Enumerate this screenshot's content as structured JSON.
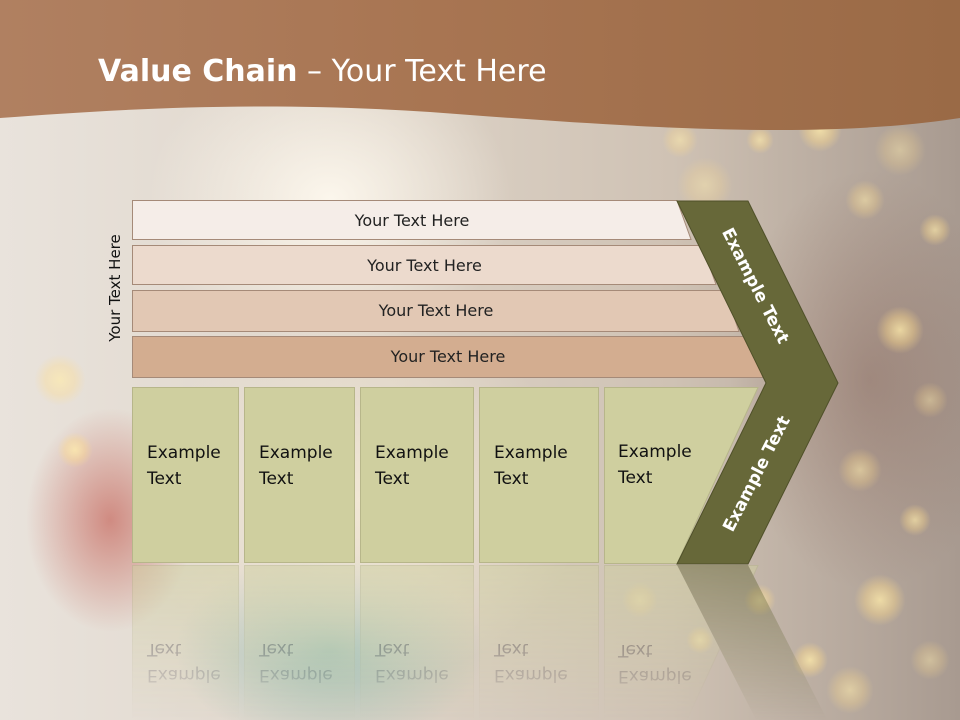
{
  "title": {
    "bold": "Value Chain",
    "rest": " – Your Text Here"
  },
  "side_label": "Your Text Here",
  "bars": [
    {
      "label": "Your Text Here",
      "color": "#f5ede8"
    },
    {
      "label": "Your Text Here",
      "color": "#ecdacd"
    },
    {
      "label": "Your Text Here",
      "color": "#e2c8b4"
    },
    {
      "label": "Your Text Here",
      "color": "#d3ad90"
    }
  ],
  "chevron": {
    "upper_text": "Example Text",
    "lower_text": "Example Text",
    "color": "#676839"
  },
  "boxes": [
    {
      "text": "Example\nText"
    },
    {
      "text": "Example\nText"
    },
    {
      "text": "Example\nText"
    },
    {
      "text": "Example\nText"
    },
    {
      "text": "Example\nText"
    }
  ]
}
